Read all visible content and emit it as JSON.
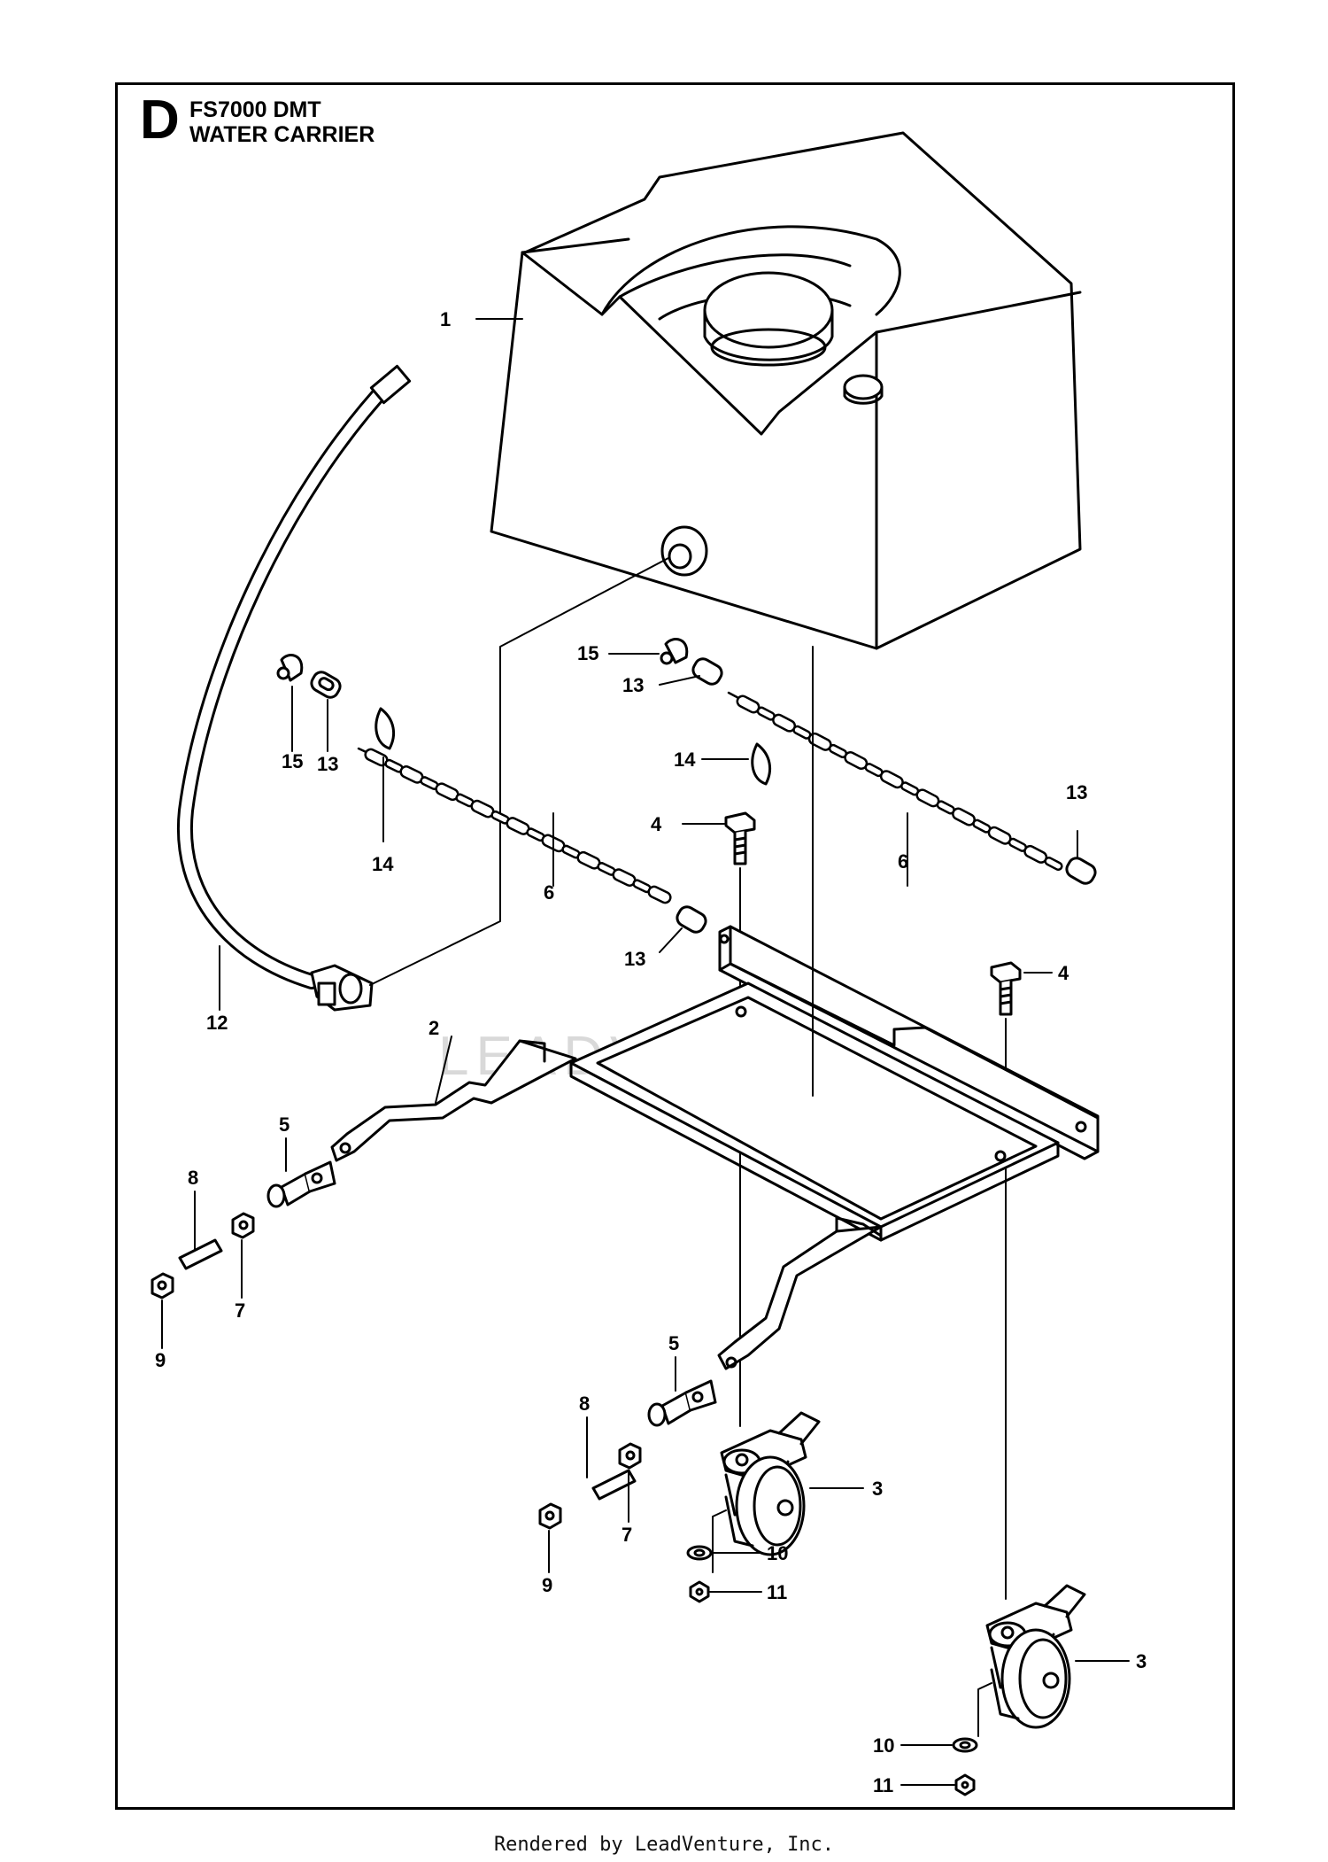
{
  "header": {
    "section_letter": "D",
    "model": "FS7000 DMT",
    "title": "WATER CARRIER"
  },
  "watermark": "LEADVENTURE",
  "footer": "Rendered by LeadVenture, Inc.",
  "callouts": [
    {
      "id": "c1",
      "label": "1"
    },
    {
      "id": "c2",
      "label": "2"
    },
    {
      "id": "c3a",
      "label": "3"
    },
    {
      "id": "c3b",
      "label": "3"
    },
    {
      "id": "c4a",
      "label": "4"
    },
    {
      "id": "c4b",
      "label": "4"
    },
    {
      "id": "c5a",
      "label": "5"
    },
    {
      "id": "c5b",
      "label": "5"
    },
    {
      "id": "c6a",
      "label": "6"
    },
    {
      "id": "c6b",
      "label": "6"
    },
    {
      "id": "c7a",
      "label": "7"
    },
    {
      "id": "c7b",
      "label": "7"
    },
    {
      "id": "c8a",
      "label": "8"
    },
    {
      "id": "c8b",
      "label": "8"
    },
    {
      "id": "c9a",
      "label": "9"
    },
    {
      "id": "c9b",
      "label": "9"
    },
    {
      "id": "c10a",
      "label": "10"
    },
    {
      "id": "c10b",
      "label": "10"
    },
    {
      "id": "c11a",
      "label": "11"
    },
    {
      "id": "c11b",
      "label": "11"
    },
    {
      "id": "c12",
      "label": "12"
    },
    {
      "id": "c13a",
      "label": "13"
    },
    {
      "id": "c13b",
      "label": "13"
    },
    {
      "id": "c13c",
      "label": "13"
    },
    {
      "id": "c13d",
      "label": "13"
    },
    {
      "id": "c14a",
      "label": "14"
    },
    {
      "id": "c14b",
      "label": "14"
    },
    {
      "id": "c15a",
      "label": "15"
    },
    {
      "id": "c15b",
      "label": "15"
    }
  ]
}
